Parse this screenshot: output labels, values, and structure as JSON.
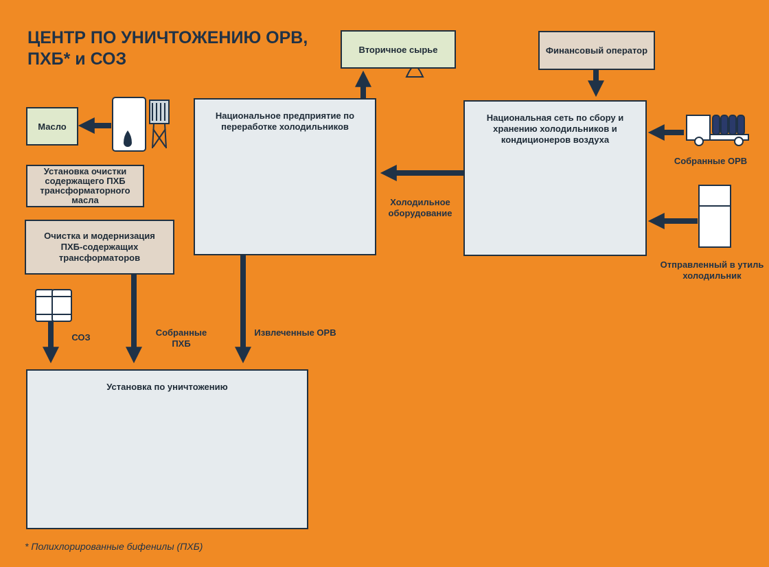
{
  "title": "ЦЕНТР ПО УНИЧТОЖЕНИЮ ОРВ, ПХБ* и СОЗ",
  "boxes": {
    "secondary": "Вторичное сырье",
    "financial": "Финансовый оператор",
    "oil": "Масло",
    "cleaning_unit": "Установка очистки содержащего ПХБ трансформаторного масла",
    "modernization": "Очистка и модернизация ПХБ-содержащих трансформаторов",
    "enterprise": "Национальное предприятие по переработке холодильников",
    "network": "Национальная сеть по сбору и хранению холодильников и кондиционеров воздуха",
    "destruction": "Установка по уничтожению"
  },
  "labels": {
    "collected_ods": "Собранные ОРВ",
    "sent_fridge": "Отправленный в утиль холодильник",
    "refrigeration": "Холодильное оборудование",
    "pops": "СОЗ",
    "collected_pcb": "Собранные ПХБ",
    "extracted_ods": "Извлеченные ОРВ"
  },
  "footnote": "* Полихлорированные бифенилы (ПХБ)",
  "colors": {
    "background": "#f08a24",
    "arrow": "#1f3247",
    "panel": "#e6ebee",
    "green_box": "#dfe9cc",
    "beige_box": "#e2d6c8"
  }
}
